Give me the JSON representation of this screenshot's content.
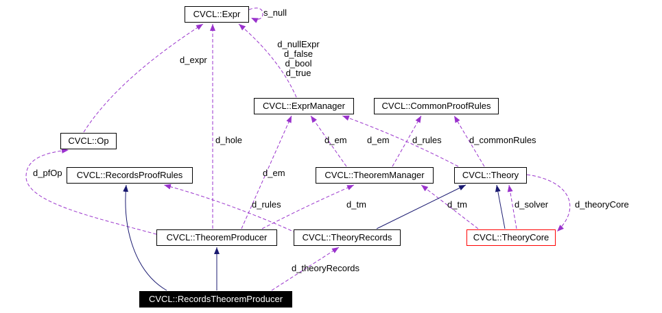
{
  "diagram": {
    "nodes": {
      "expr": {
        "label": "CVCL::Expr"
      },
      "expr_manager": {
        "label": "CVCL::ExprManager"
      },
      "common_proof_rules": {
        "label": "CVCL::CommonProofRules"
      },
      "op": {
        "label": "CVCL::Op"
      },
      "records_proof_rules": {
        "label": "CVCL::RecordsProofRules"
      },
      "theorem_manager": {
        "label": "CVCL::TheoremManager"
      },
      "theory": {
        "label": "CVCL::Theory"
      },
      "theorem_producer": {
        "label": "CVCL::TheoremProducer"
      },
      "theory_records": {
        "label": "CVCL::TheoryRecords"
      },
      "theory_core": {
        "label": "CVCL::TheoryCore"
      },
      "records_theorem_producer": {
        "label": "CVCL::RecordsTheoremProducer"
      }
    },
    "edge_labels": {
      "s_null": "s_null",
      "d_expr": "d_expr",
      "d_nullExpr": "d_nullExpr",
      "d_false": "d_false",
      "d_bool": "d_bool",
      "d_true": "d_true",
      "d_hole": "d_hole",
      "d_em_1": "d_em",
      "d_em_2": "d_em",
      "d_em_3": "d_em",
      "d_rules_1": "d_rules",
      "d_rules_2": "d_rules",
      "d_commonRules": "d_commonRules",
      "d_pfOp": "d_pfOp",
      "d_tm_1": "d_tm",
      "d_tm_2": "d_tm",
      "d_solver": "d_solver",
      "d_theoryCore": "d_theoryCore",
      "d_theoryRecords": "d_theoryRecords"
    },
    "colors": {
      "usage_edge": "#9932cc",
      "inheritance_edge": "#191970",
      "node_border": "#000000",
      "highlight_border": "#ff0000",
      "main_node_bg": "#000000",
      "main_node_text": "#ffffff"
    }
  }
}
